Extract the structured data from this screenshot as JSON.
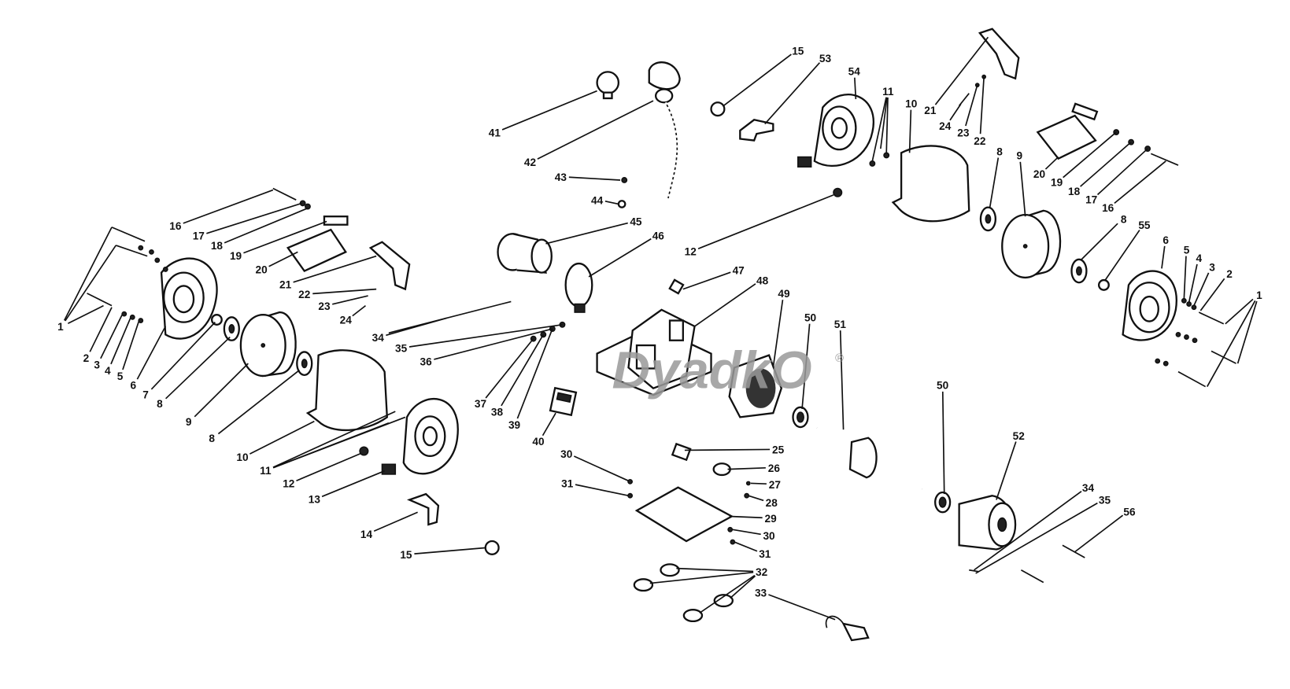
{
  "diagram": {
    "watermark": "DyadkO",
    "registered_mark": "®",
    "labels": [
      "1",
      "2",
      "3",
      "4",
      "5",
      "6",
      "7",
      "8",
      "9",
      "8",
      "10",
      "11",
      "12",
      "13",
      "14",
      "15",
      "16",
      "17",
      "18",
      "19",
      "20",
      "21",
      "22",
      "23",
      "24",
      "34",
      "35",
      "36",
      "37",
      "38",
      "39",
      "40",
      "30",
      "31",
      "41",
      "42",
      "43",
      "44",
      "45",
      "46",
      "12",
      "47",
      "48",
      "49",
      "50",
      "51",
      "50",
      "52",
      "25",
      "26",
      "27",
      "28",
      "29",
      "30",
      "31",
      "32",
      "33",
      "34",
      "35",
      "56",
      "15",
      "53",
      "54",
      "11",
      "10",
      "21",
      "24",
      "23",
      "22",
      "8",
      "9",
      "20",
      "19",
      "18",
      "17",
      "16",
      "8",
      "55",
      "6",
      "5",
      "4",
      "3",
      "2",
      "1"
    ]
  }
}
